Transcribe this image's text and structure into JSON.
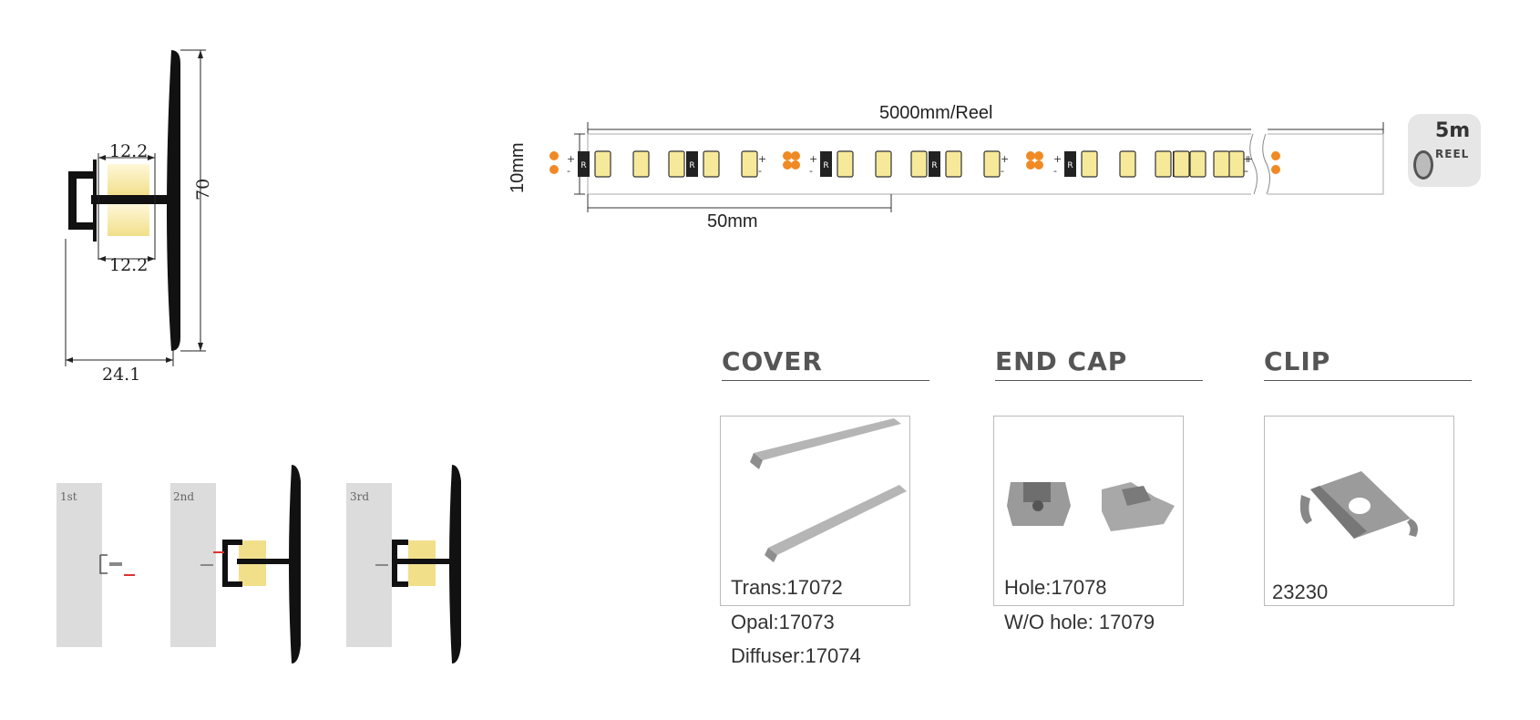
{
  "profile": {
    "dims": {
      "top_width": "12.2",
      "bottom_width": "12.2",
      "height": "70",
      "total_width": "24.1"
    },
    "steps": [
      "1st",
      "2nd",
      "3rd"
    ]
  },
  "strip": {
    "reel_length": "5000mm/Reel",
    "width": "10mm",
    "cut_length": "50mm",
    "badge_value": "5m",
    "badge_unit": "REEL",
    "resistor_mark": "R",
    "plus": "+",
    "minus": "-"
  },
  "accessories": {
    "cover": {
      "title": "COVER",
      "parts": [
        "Trans:17072",
        "Opal:17073",
        "Diffuser:17074"
      ]
    },
    "end_cap": {
      "title": "END CAP",
      "parts": [
        "Hole:17078",
        "W/O hole: 17079"
      ]
    },
    "clip": {
      "title": "CLIP",
      "parts": [
        "23230"
      ]
    }
  },
  "colors": {
    "profile": "#111111",
    "led": "#f7e99a",
    "pad": "#f08a24",
    "wall": "#dcdcdc",
    "accessory": "#a9a9a9"
  }
}
